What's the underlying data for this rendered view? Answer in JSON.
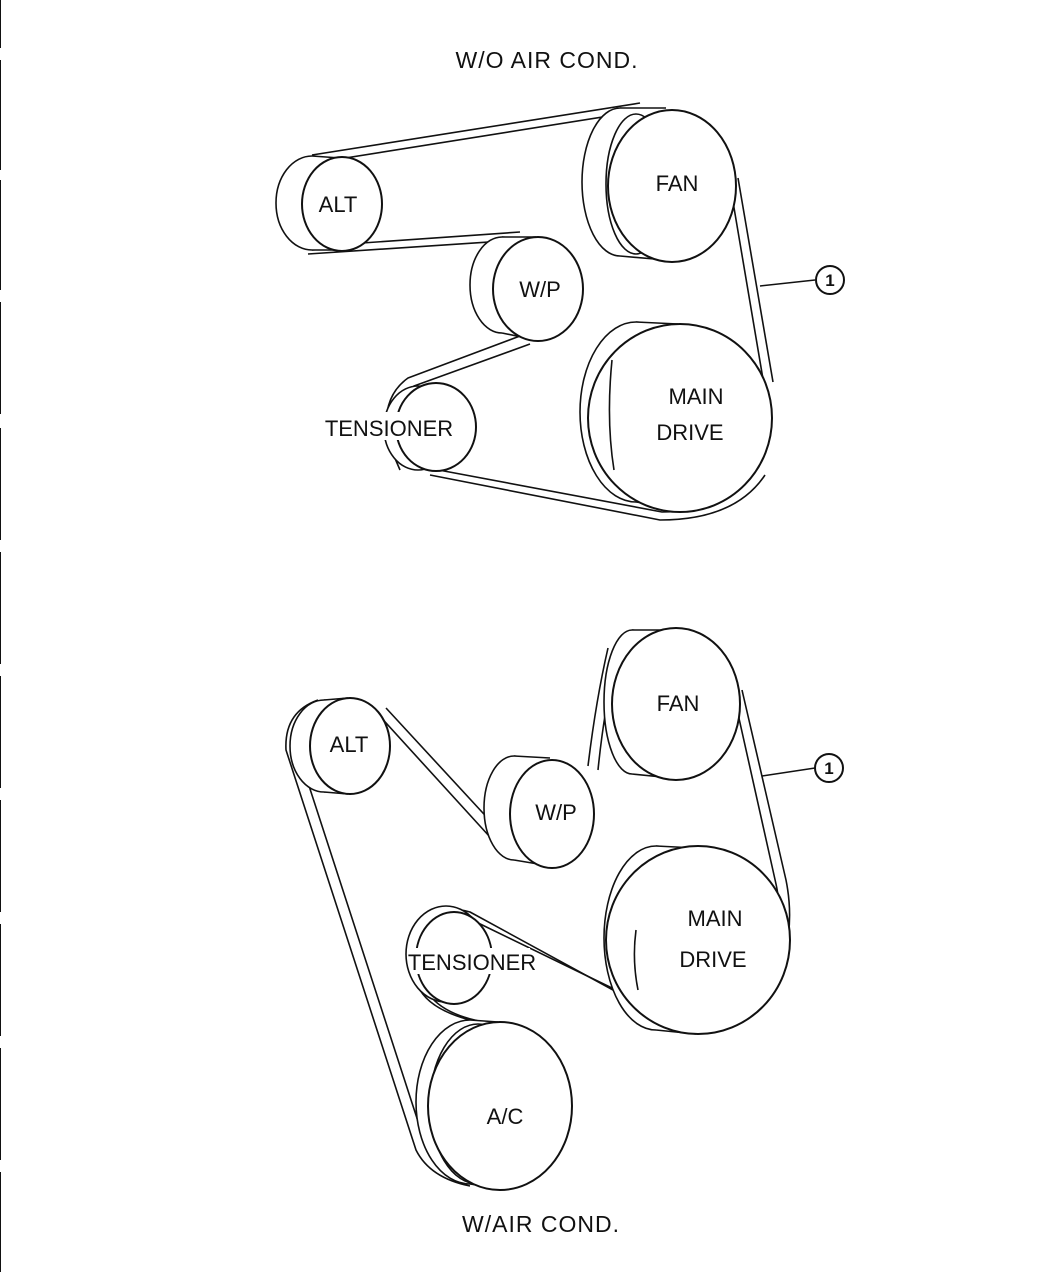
{
  "diagrams": [
    {
      "caption": "W/O AIR COND.",
      "callout": "1",
      "pulleys": {
        "alt": "ALT",
        "fan": "FAN",
        "wp": "W/P",
        "tensioner": "TENSIONER",
        "main_drive_line1": "MAIN",
        "main_drive_line2": "DRIVE"
      }
    },
    {
      "caption": "W/AIR COND.",
      "callout": "1",
      "pulleys": {
        "alt": "ALT",
        "fan": "FAN",
        "wp": "W/P",
        "tensioner": "TENSIONER",
        "main_drive_line1": "MAIN",
        "main_drive_line2": "DRIVE",
        "ac": "A/C"
      }
    }
  ]
}
